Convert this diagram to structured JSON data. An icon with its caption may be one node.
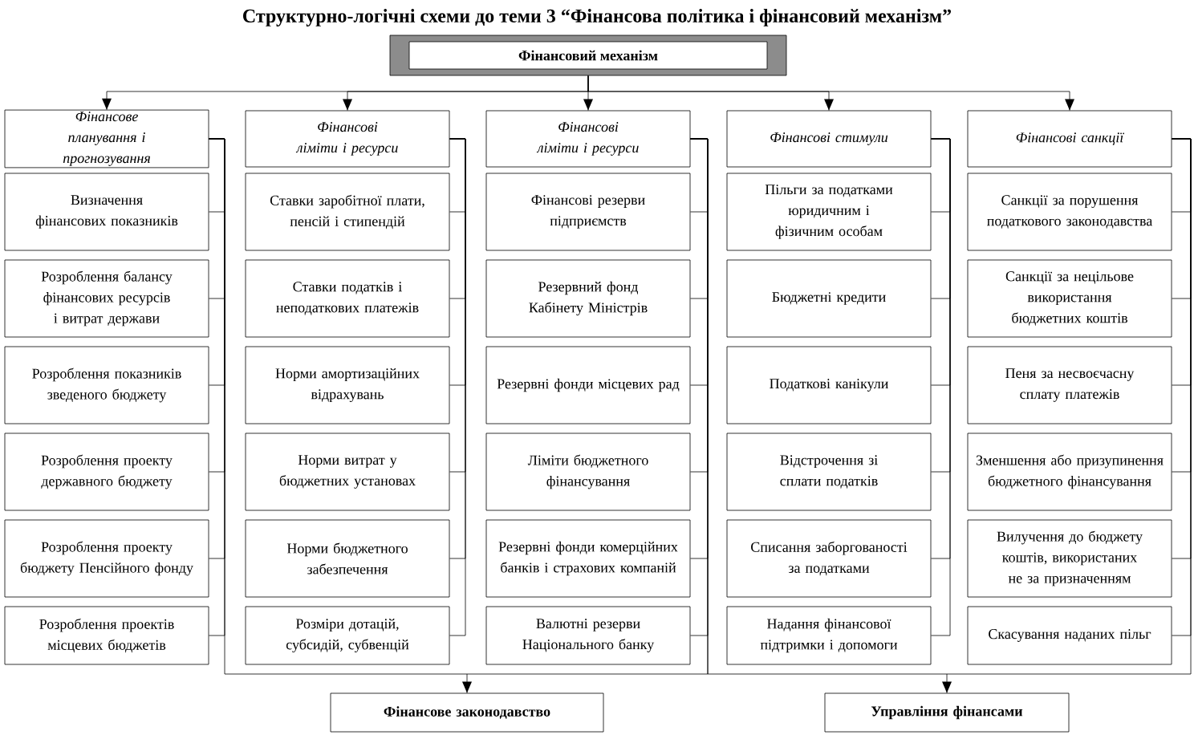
{
  "diagram": {
    "title": "Структурно-логічні схеми до теми 3 “Фінансова політика і фінансовий механізм”",
    "nodes": [
      {
        "text": [
          "Фінансовий механізм"
        ]
      },
      {
        "text": [
          "Фінансове планування і прогнозування"
        ]
      },
      {
        "text": [
          "Визначення фінансових показників"
        ]
      },
      {
        "text": [
          "Розроблення балансу фінансових ресурсів і витрат держави"
        ]
      },
      {
        "text": [
          "Розроблення показників зведеного бюджету"
        ]
      },
      {
        "text": [
          "Розроблення проекту державного бюджету"
        ]
      },
      {
        "text": [
          "Розроблення проекту бюджету Пенсійного фонду"
        ]
      },
      {
        "text": [
          "Розроблення проектів місцевих бюджетів"
        ]
      },
      {
        "text": [
          "Фінансові ліміти і ресурси"
        ]
      },
      {
        "text": [
          "Ставки заробітної плати, пенсій і стипендій"
        ]
      },
      {
        "text": [
          "Ставки податків і неподаткових платежів"
        ]
      },
      {
        "text": [
          "Норми амортизаційних відрахувань"
        ]
      },
      {
        "text": [
          "Норми витрат у бюджетних установах"
        ]
      },
      {
        "text": [
          "Норми бюджетного забезпечення"
        ]
      },
      {
        "text": [
          "Розміри дотацій, субсидій, субвенцій"
        ]
      },
      {
        "text": [
          "Фінансові ліміти і ресурси"
        ]
      },
      {
        "text": [
          "Фінансові резерви підприємств"
        ]
      },
      {
        "text": [
          "Резервний фонд Кабінету Міністрів"
        ]
      },
      {
        "text": [
          "Резервні фонди місцевих рад"
        ]
      },
      {
        "text": [
          "Ліміти бюджетного фінансування"
        ]
      },
      {
        "text": [
          "Резервні фонди комерційних банків і страхових компаній"
        ]
      },
      {
        "text": [
          "Валютні резерви Національного банку"
        ]
      },
      {
        "text": [
          "Фінансові стимули"
        ]
      },
      {
        "text": [
          "Пільги за податками юридичним і фізичним особам"
        ]
      },
      {
        "text": [
          "Бюджетні кредити"
        ]
      },
      {
        "text": [
          "Податкові канікули"
        ]
      },
      {
        "text": [
          "Відстрочення зі сплати податків"
        ]
      },
      {
        "text": [
          "Списання заборгованості за податками"
        ]
      },
      {
        "text": [
          "Надання фінансової підтримки і допомоги"
        ]
      },
      {
        "text": [
          "Фінансові санкції"
        ]
      },
      {
        "text": [
          "Санкції за порушення податкового законодавства"
        ]
      },
      {
        "text": [
          "Санкції за нецільове використання бюджетних коштів"
        ]
      },
      {
        "text": [
          "Пеня за несвоєчасну сплату платежів"
        ]
      },
      {
        "text": [
          "Зменшення або призупинення бюджетного фінансування"
        ]
      },
      {
        "text": [
          "Вилучення до бюджету коштів, використаних не за призначенням"
        ]
      },
      {
        "text": [
          "Скасування наданих пільг"
        ]
      },
      {
        "text": [
          "Фінансове законодавство"
        ]
      },
      {
        "text": [
          "Управління фінансами"
        ]
      }
    ],
    "edges": [
      {
        "from": 0,
        "to": 1,
        "arrow": "to"
      },
      {
        "from": 0,
        "to": 8,
        "arrow": "to"
      },
      {
        "from": 0,
        "to": 15,
        "arrow": "to"
      },
      {
        "from": 0,
        "to": 22,
        "arrow": "to"
      },
      {
        "from": 0,
        "to": 29,
        "arrow": "to"
      },
      {
        "from": 1,
        "to": 2,
        "arrow": "none"
      },
      {
        "from": 1,
        "to": 3,
        "arrow": "none"
      },
      {
        "from": 1,
        "to": 4,
        "arrow": "none"
      },
      {
        "from": 1,
        "to": 5,
        "arrow": "none"
      },
      {
        "from": 1,
        "to": 6,
        "arrow": "none"
      },
      {
        "from": 1,
        "to": 7,
        "arrow": "none"
      },
      {
        "from": 8,
        "to": 9,
        "arrow": "none"
      },
      {
        "from": 8,
        "to": 10,
        "arrow": "none"
      },
      {
        "from": 8,
        "to": 11,
        "arrow": "none"
      },
      {
        "from": 8,
        "to": 12,
        "arrow": "none"
      },
      {
        "from": 8,
        "to": 13,
        "arrow": "none"
      },
      {
        "from": 8,
        "to": 14,
        "arrow": "none"
      },
      {
        "from": 15,
        "to": 16,
        "arrow": "none"
      },
      {
        "from": 15,
        "to": 17,
        "arrow": "none"
      },
      {
        "from": 15,
        "to": 18,
        "arrow": "none"
      },
      {
        "from": 15,
        "to": 19,
        "arrow": "none"
      },
      {
        "from": 15,
        "to": 20,
        "arrow": "none"
      },
      {
        "from": 15,
        "to": 21,
        "arrow": "none"
      },
      {
        "from": 22,
        "to": 23,
        "arrow": "none"
      },
      {
        "from": 22,
        "to": 24,
        "arrow": "none"
      },
      {
        "from": 22,
        "to": 25,
        "arrow": "none"
      },
      {
        "from": 22,
        "to": 26,
        "arrow": "none"
      },
      {
        "from": 22,
        "to": 27,
        "arrow": "none"
      },
      {
        "from": 22,
        "to": 28,
        "arrow": "none"
      },
      {
        "from": 29,
        "to": 30,
        "arrow": "none"
      },
      {
        "from": 29,
        "to": 31,
        "arrow": "none"
      },
      {
        "from": 29,
        "to": 32,
        "arrow": "none"
      },
      {
        "from": 29,
        "to": 33,
        "arrow": "none"
      },
      {
        "from": 29,
        "to": 34,
        "arrow": "none"
      },
      {
        "from": 29,
        "to": 35,
        "arrow": "none"
      },
      {
        "from": 1,
        "to": 36,
        "arrow": "to"
      },
      {
        "from": 15,
        "to": 36,
        "arrow": "to"
      },
      {
        "from": 15,
        "to": 37,
        "arrow": "to"
      },
      {
        "from": 29,
        "to": 37,
        "arrow": "to"
      }
    ]
  }
}
